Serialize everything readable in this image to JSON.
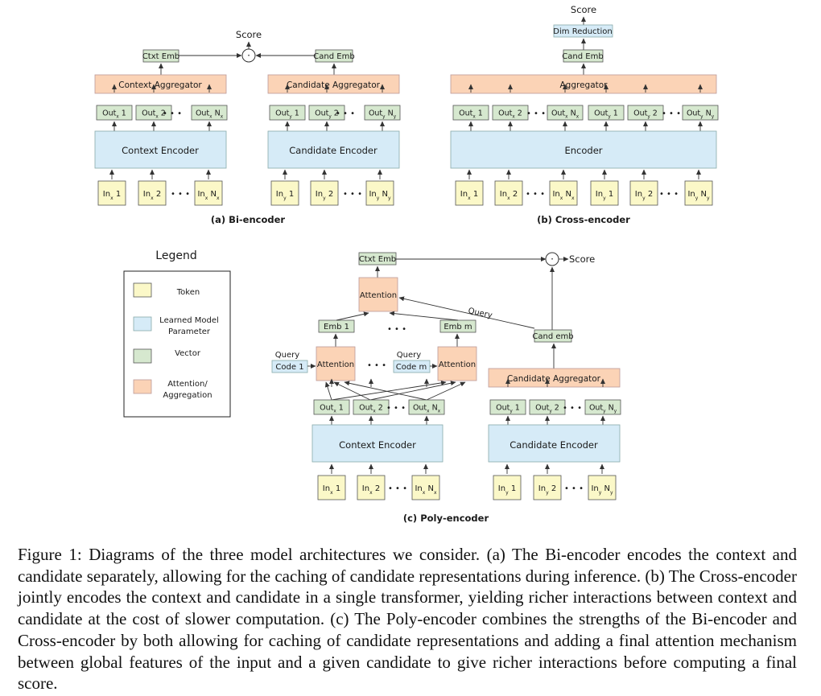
{
  "figure": {
    "bi": {
      "caption": "(a) Bi-encoder",
      "score": "Score",
      "ctxt_emb": "Ctxt Emb",
      "cand_emb": "Cand Emb",
      "ctx_aggregator": "Context Aggregator",
      "cand_aggregator": "Candidate Aggregator",
      "ctx_encoder": "Context Encoder",
      "cand_encoder": "Candidate Encoder",
      "ctx_outs": [
        [
          "Out",
          "x",
          " 1"
        ],
        [
          "Out",
          "x",
          " 2"
        ],
        [
          "Out",
          "x",
          " N",
          "x"
        ]
      ],
      "cand_outs": [
        [
          "Out",
          "y",
          " 1"
        ],
        [
          "Out",
          "y",
          " 2"
        ],
        [
          "Out",
          "y",
          " N",
          "y"
        ]
      ],
      "ctx_ins": [
        [
          "In",
          "x",
          " 1"
        ],
        [
          "In",
          "x",
          " 2"
        ],
        [
          "In",
          "x",
          " N",
          "x"
        ]
      ],
      "cand_ins": [
        [
          "In",
          "y",
          " 1"
        ],
        [
          "In",
          "y",
          " 2"
        ],
        [
          "In",
          "y",
          " N",
          "y"
        ]
      ]
    },
    "cross": {
      "caption": "(b) Cross-encoder",
      "score": "Score",
      "dim_reduction": "Dim Reduction",
      "cand_emb": "Cand Emb",
      "aggregator": "Aggregator",
      "encoder": "Encoder",
      "outs": [
        [
          "Out",
          "x",
          " 1"
        ],
        [
          "Out",
          "x",
          " 2"
        ],
        [
          "Out",
          "x",
          " N",
          "x"
        ],
        [
          "Out",
          "y",
          " 1"
        ],
        [
          "Out",
          "y",
          " 2"
        ],
        [
          "Out",
          "y",
          " N",
          "y"
        ]
      ],
      "ins": [
        [
          "In",
          "x",
          " 1"
        ],
        [
          "In",
          "x",
          " 2"
        ],
        [
          "In",
          "x",
          " N",
          "x"
        ],
        [
          "In",
          "y",
          " 1"
        ],
        [
          "In",
          "y",
          " 2"
        ],
        [
          "In",
          "y",
          " N",
          "y"
        ]
      ]
    },
    "legend": {
      "title": "Legend",
      "token": "Token",
      "param_line1": "Learned Model",
      "param_line2": "Parameter",
      "vector": "Vector",
      "att_line1": "Attention/",
      "att_line2": "Aggregation"
    },
    "poly": {
      "caption": "(c) Poly-encoder",
      "score": "Score",
      "ctxt_emb": "Ctxt Emb",
      "attention": "Attention",
      "query": "Query",
      "emb_1": "Emb 1",
      "emb_m": "Emb m",
      "code_1": "Code 1",
      "code_m": "Code m",
      "cand_emb": "Cand emb",
      "cand_aggregator": "Candidate Aggregator",
      "ctx_encoder": "Context Encoder",
      "cand_encoder": "Candidate Encoder",
      "ctx_outs": [
        [
          "Out",
          "x",
          " 1"
        ],
        [
          "Out",
          "x",
          " 2"
        ],
        [
          "Out",
          "x",
          " N",
          "x"
        ]
      ],
      "cand_outs": [
        [
          "Out",
          "y",
          " 1"
        ],
        [
          "Out",
          "y",
          " 2"
        ],
        [
          "Out",
          "y",
          " N",
          "y"
        ]
      ],
      "ctx_ins": [
        [
          "In",
          "x",
          " 1"
        ],
        [
          "In",
          "x",
          " 2"
        ],
        [
          "In",
          "x",
          " N",
          "x"
        ]
      ],
      "cand_ins": [
        [
          "In",
          "y",
          " 1"
        ],
        [
          "In",
          "y",
          " 2"
        ],
        [
          "In",
          "y",
          " N",
          "y"
        ]
      ]
    },
    "ellipsis": "• • •",
    "dot_op": "·"
  },
  "caption": "Figure 1: Diagrams of the three model architectures we consider. (a) The Bi-encoder encodes the context and candidate separately, allowing for the caching of candidate representations during inference. (b) The Cross-encoder jointly encodes the context and candidate in a single transformer, yielding richer interactions between context and candidate at the cost of slower computation. (c) The Poly-encoder combines the strengths of the Bi-encoder and Cross-encoder by both allowing for caching of candidate representations and adding a final attention mechanism between global features of the input and a given candidate to give richer interactions before computing a final score."
}
